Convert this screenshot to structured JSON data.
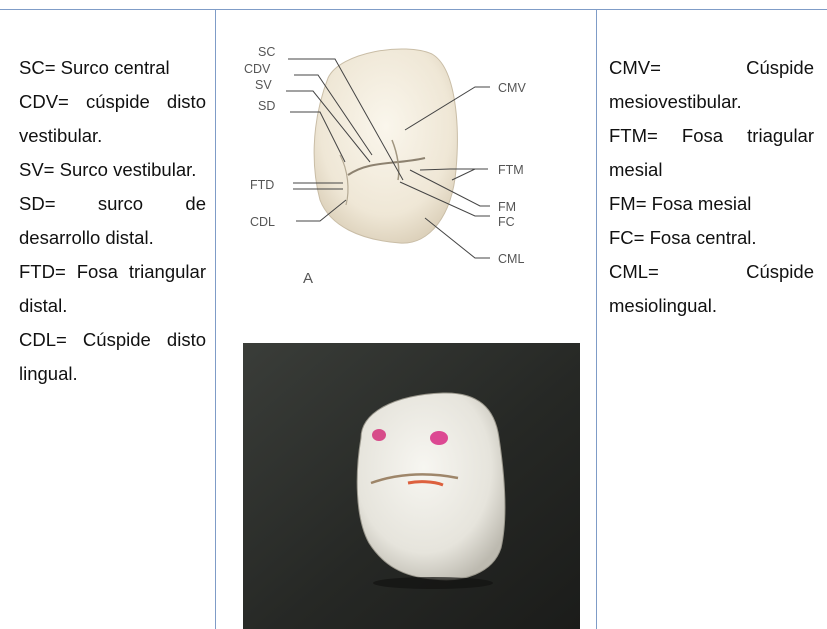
{
  "left_column": [
    "SC= Surco central",
    "CDV= cúspide disto vestibular.",
    "SV= Surco vestibular.",
    "SD= surco de desarrollo distal.",
    "FTD= Fosa triangular distal.",
    "CDL= Cúspide disto lingual."
  ],
  "right_column": [
    "CMV= Cúspide mesiovestibular.",
    "FTM= Fosa triagular mesial",
    "FM= Fosa mesial",
    "FC= Fosa central.",
    "CML= Cúspide mesiolingual."
  ],
  "diagram": {
    "labels": {
      "sc": "SC",
      "cdv": "CDV",
      "sv": "SV",
      "sd": "SD",
      "ftd": "FTD",
      "cdl": "CDL",
      "cmv": "CMV",
      "ftm": "FTM",
      "fm": "FM",
      "fc": "FC",
      "cml": "CML"
    },
    "panel_letter": "A"
  },
  "colors": {
    "table_border": "#7f9cc7",
    "photo_background": "#2b2d2a",
    "tooth_fill": "#efe7d6"
  }
}
